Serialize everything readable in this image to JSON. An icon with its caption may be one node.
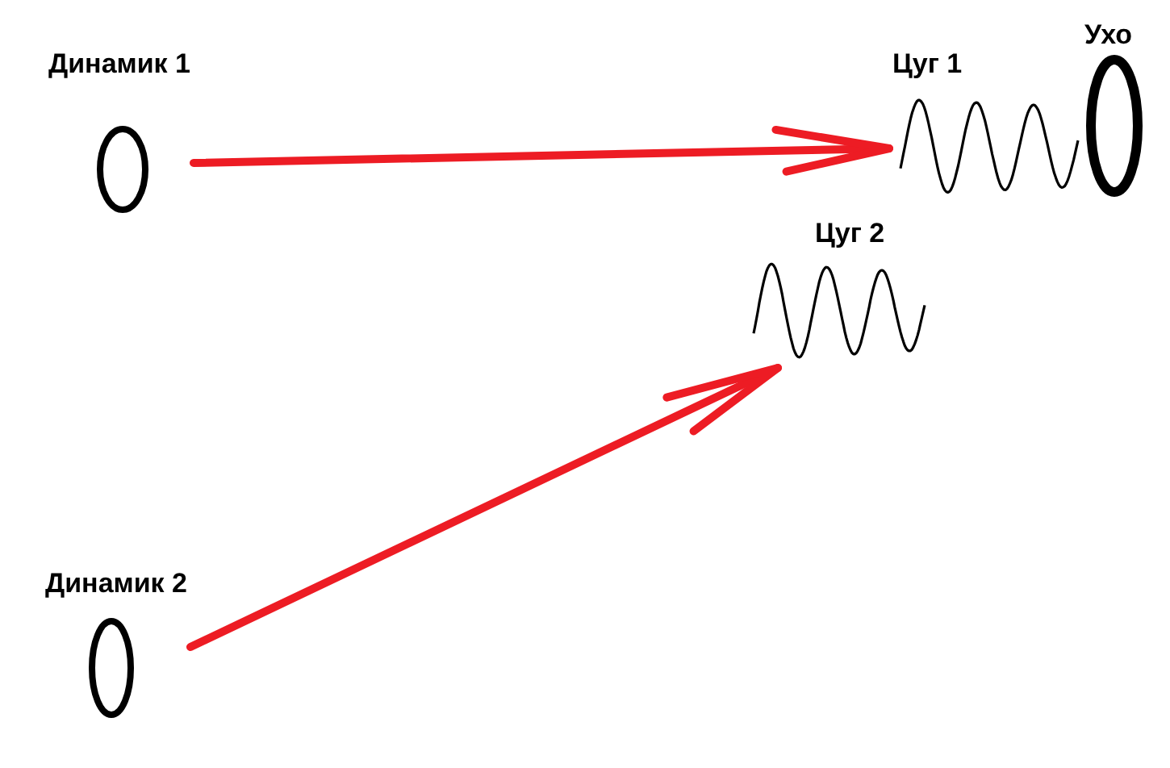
{
  "diagram": {
    "nodes": [
      {
        "text": [
          "Динамик 1"
        ]
      },
      {
        "text": [
          "Цуг 1"
        ]
      },
      {
        "text": [
          "Ухо"
        ]
      },
      {
        "text": [
          "Цуг 2"
        ]
      },
      {
        "text": [
          "Динамик 2"
        ]
      }
    ],
    "edges": [
      {
        "from": 0,
        "to": 1,
        "arrow": "to"
      },
      {
        "from": 4,
        "to": 3,
        "arrow": "to"
      }
    ]
  }
}
